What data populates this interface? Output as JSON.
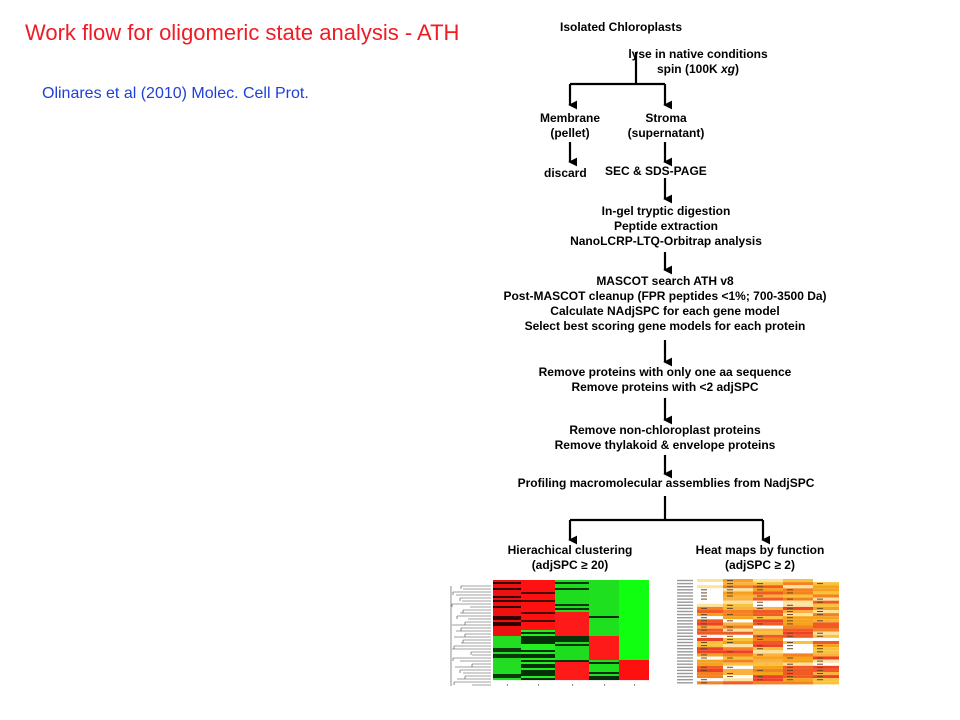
{
  "slide": {
    "title": "Work flow for oligomeric state analysis - ATH",
    "citation": "Olinares et al (2010) Molec. Cell Prot."
  },
  "flow": {
    "isolated": "Isolated Chloroplasts",
    "lyse_line1": "lyse  in native conditions",
    "lyse_line2_pre": "spin (100K ",
    "lyse_line2_italic": "xg",
    "lyse_line2_post": ")",
    "membrane_line1": "Membrane",
    "membrane_line2": "(pellet)",
    "stroma_line1": "Stroma",
    "stroma_line2": "(supernatant)",
    "discard": "discard",
    "sec": "SEC & SDS-PAGE",
    "digest": [
      "In-gel tryptic digestion",
      "Peptide extraction",
      "NanoLCRP-LTQ-Orbitrap  analysis"
    ],
    "mascot": [
      "MASCOT search ATH v8",
      "Post-MASCOT  cleanup (FPR peptides <1%; 700-3500 Da)",
      "Calculate NAdjSPC for each gene model",
      "Select best scoring gene models for each protein"
    ],
    "remove1": [
      "Remove proteins with only one aa sequence",
      "Remove proteins with <2 adjSPC"
    ],
    "remove2": [
      "Remove non-chloroplast  proteins",
      "Remove thylakoid & envelope proteins"
    ],
    "profiling": "Profiling macromolecular assemblies from NadjSPC",
    "cluster_line1": "Hierachical clustering",
    "cluster_line2": "(adjSPC ≥ 20)",
    "heatmap_line1": "Heat maps by function",
    "heatmap_line2": "(adjSPC ≥ 2)"
  },
  "colors": {
    "title": "#ee1c24",
    "citation": "#1f3fd8",
    "arrow": "#000000"
  }
}
